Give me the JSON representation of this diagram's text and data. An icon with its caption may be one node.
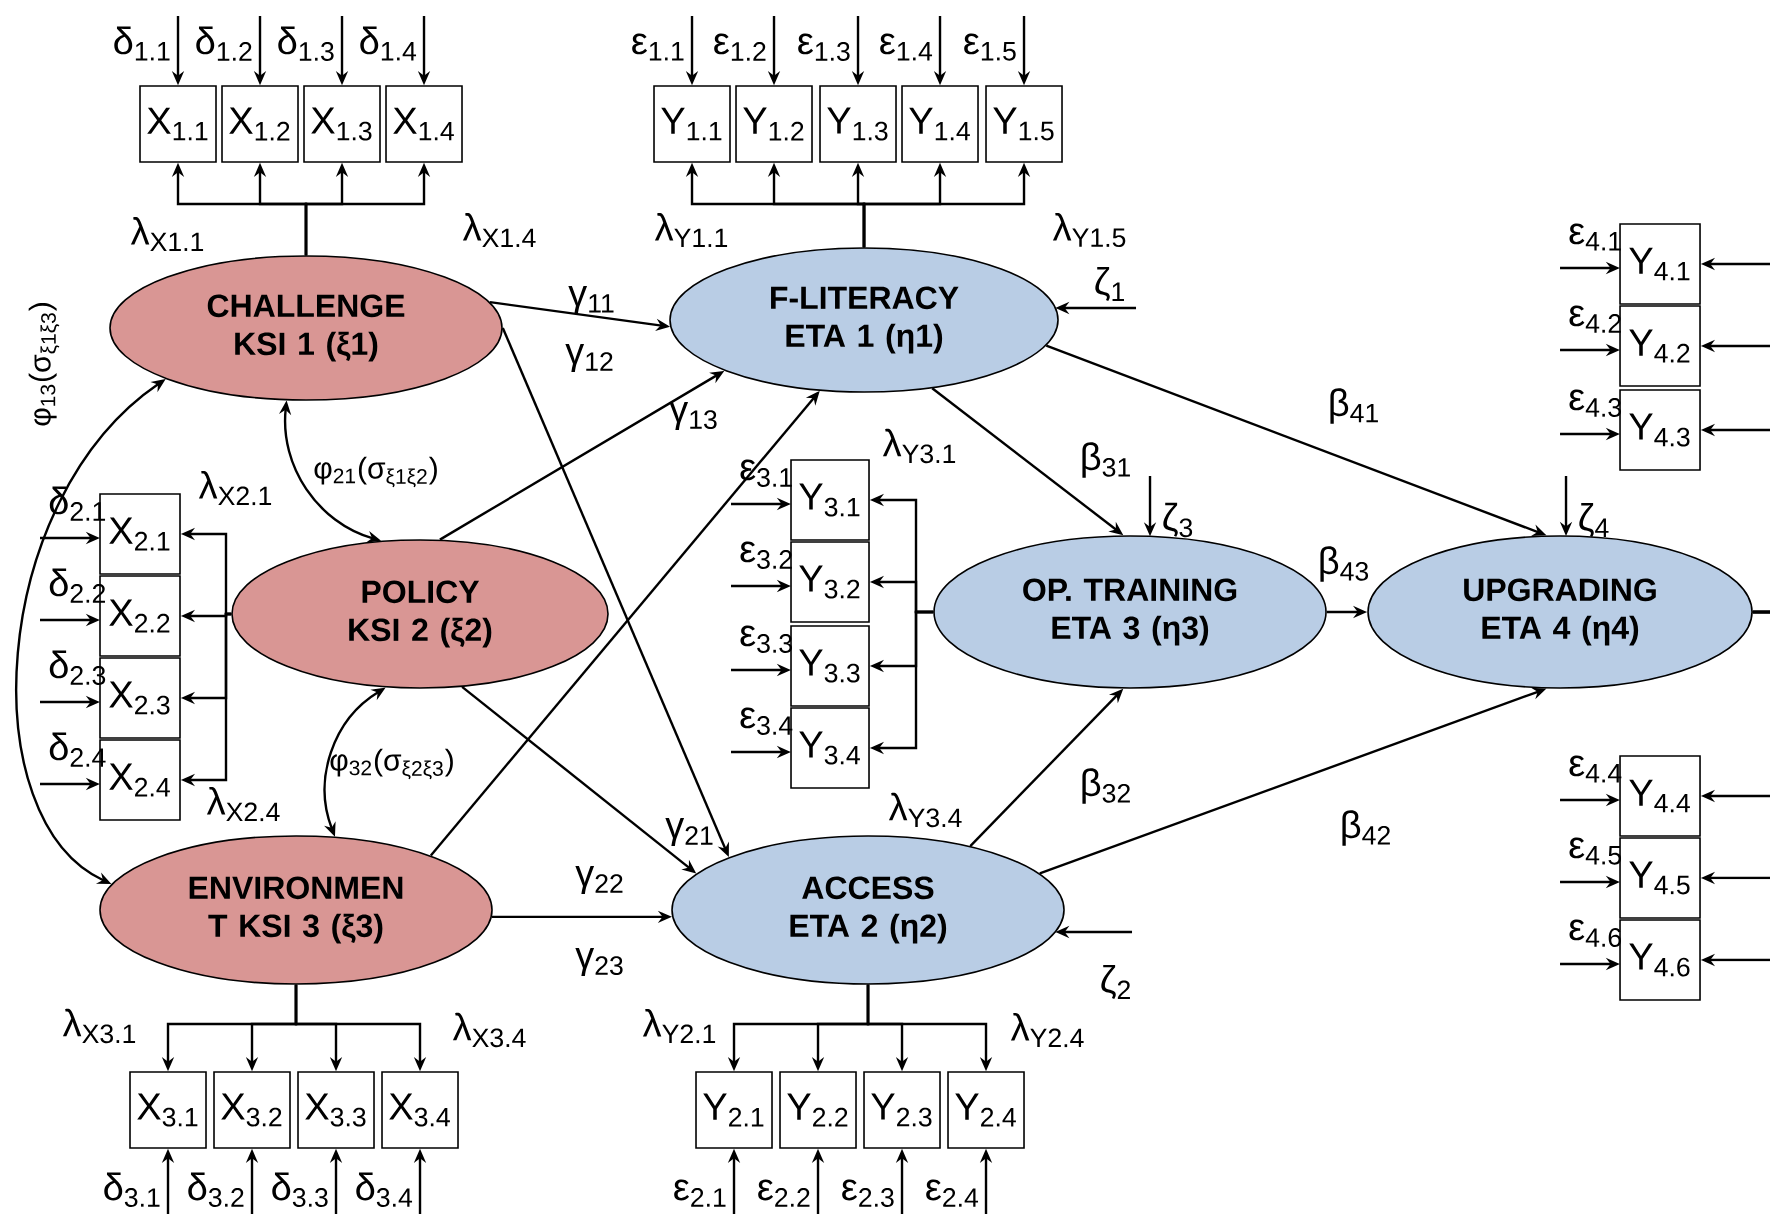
{
  "diagram": {
    "nodes": [
      {
        "text": [
          "CHALLENGE KSI 1 (ξ1)"
        ]
      },
      {
        "text": [
          "POLICY KSI 2 (ξ2)"
        ]
      },
      {
        "text": [
          "ENVIRONMEN T KSI 3 (ξ3)"
        ]
      },
      {
        "text": [
          "F-LITERACY ETA 1 (η1)"
        ]
      },
      {
        "text": [
          "ACCESS ETA 2 (η2)"
        ]
      },
      {
        "text": [
          "OP. TRAINING ETA 3 (η3)"
        ]
      },
      {
        "text": [
          "UPGRADING ETA 4 (η4)"
        ]
      },
      {
        "text": [
          "X$_{1.1}$"
        ]
      },
      {
        "text": [
          "X$_{1.2}$"
        ]
      },
      {
        "text": [
          "X$_{1.3}$"
        ]
      },
      {
        "text": [
          "X$_{1.4}$"
        ]
      },
      {
        "text": [
          "Y$_{1.1}$"
        ]
      },
      {
        "text": [
          "Y$_{1.2}$"
        ]
      },
      {
        "text": [
          "Y$_{1.3}$"
        ]
      },
      {
        "text": [
          "Y$_{1.4}$"
        ]
      },
      {
        "text": [
          "Y$_{1.5}$"
        ]
      },
      {
        "text": [
          "X$_{2.1}$"
        ]
      },
      {
        "text": [
          "X$_{2.2}$"
        ]
      },
      {
        "text": [
          "X$_{2.3}$"
        ]
      },
      {
        "text": [
          "X$_{2.4}$"
        ]
      },
      {
        "text": [
          "Y$_{3.1}$"
        ]
      },
      {
        "text": [
          "Y$_{3.2}$"
        ]
      },
      {
        "text": [
          "Y$_{3.3}$"
        ]
      },
      {
        "text": [
          "Y$_{3.4}$"
        ]
      },
      {
        "text": [
          "X$_{3.1}$"
        ]
      },
      {
        "text": [
          "X$_{3.2}$"
        ]
      },
      {
        "text": [
          "X$_{3.3}$"
        ]
      },
      {
        "text": [
          "X$_{3.4}$"
        ]
      },
      {
        "text": [
          "Y$_{2.1}$"
        ]
      },
      {
        "text": [
          "Y$_{2.2}$"
        ]
      },
      {
        "text": [
          "Y$_{2.3}$"
        ]
      },
      {
        "text": [
          "Y$_{2.4}$"
        ]
      },
      {
        "text": [
          "Y$_{4.1}$"
        ]
      },
      {
        "text": [
          "Y$_{4.2}$"
        ]
      },
      {
        "text": [
          "Y$_{4.3}$"
        ]
      },
      {
        "text": [
          "Y$_{4.4}$"
        ]
      },
      {
        "text": [
          "Y$_{4.5}$"
        ]
      },
      {
        "text": [
          "Y$_{4.6}$"
        ]
      }
    ],
    "edges": [
      {
        "from": 0,
        "to": 3,
        "arrow": "to",
        "label": "γ$_{11}$"
      },
      {
        "from": 1,
        "to": 3,
        "arrow": "to",
        "label": "γ$_{12}$"
      },
      {
        "from": 2,
        "to": 3,
        "arrow": "to",
        "label": "γ$_{13}$"
      },
      {
        "from": 0,
        "to": 4,
        "arrow": "to",
        "label": "γ$_{21}$"
      },
      {
        "from": 1,
        "to": 4,
        "arrow": "to",
        "label": "γ$_{22}$"
      },
      {
        "from": 2,
        "to": 4,
        "arrow": "to",
        "label": "γ$_{23}$"
      },
      {
        "from": 3,
        "to": 5,
        "arrow": "to",
        "label": "β$_{31}$"
      },
      {
        "from": 4,
        "to": 5,
        "arrow": "to",
        "label": "β$_{32}$"
      },
      {
        "from": 3,
        "to": 6,
        "arrow": "to",
        "label": "β$_{41}$"
      },
      {
        "from": 4,
        "to": 6,
        "arrow": "to",
        "label": "β$_{42}$"
      },
      {
        "from": 5,
        "to": 6,
        "arrow": "to",
        "label": "β$_{43}$"
      },
      {
        "from": 0,
        "to": 1,
        "arrow": "both",
        "label": "φ$_{21}$(σ$_{ξ1ξ2}$)"
      },
      {
        "from": 1,
        "to": 2,
        "arrow": "both",
        "label": "φ$_{32}$(σ$_{ξ2ξ3}$)"
      },
      {
        "from": 0,
        "to": 2,
        "arrow": "both",
        "label": "φ$_{13}$(σ$_{ξ1ξ3}$)"
      },
      {
        "from": 0,
        "to": 7,
        "arrow": "to",
        "label": "λ$_{X1.1}$"
      },
      {
        "from": 0,
        "to": 8,
        "arrow": "to"
      },
      {
        "from": 0,
        "to": 9,
        "arrow": "to"
      },
      {
        "from": 0,
        "to": 10,
        "arrow": "to",
        "label": "λ$_{X1.4}$"
      },
      {
        "from": 3,
        "to": 11,
        "arrow": "to",
        "label": "λ$_{Y1.1}$"
      },
      {
        "from": 3,
        "to": 12,
        "arrow": "to"
      },
      {
        "from": 3,
        "to": 13,
        "arrow": "to"
      },
      {
        "from": 3,
        "to": 14,
        "arrow": "to"
      },
      {
        "from": 3,
        "to": 15,
        "arrow": "to",
        "label": "λ$_{Y1.5}$"
      },
      {
        "from": 1,
        "to": 16,
        "arrow": "to",
        "label": "λ$_{X2.1}$"
      },
      {
        "from": 1,
        "to": 17,
        "arrow": "to"
      },
      {
        "from": 1,
        "to": 18,
        "arrow": "to"
      },
      {
        "from": 1,
        "to": 19,
        "arrow": "to",
        "label": "λ$_{X2.4}$"
      },
      {
        "from": 5,
        "to": 20,
        "arrow": "to",
        "label": "λ$_{Y3.1}$"
      },
      {
        "from": 5,
        "to": 21,
        "arrow": "to"
      },
      {
        "from": 5,
        "to": 22,
        "arrow": "to"
      },
      {
        "from": 5,
        "to": 23,
        "arrow": "to",
        "label": "λ$_{Y3.4}$"
      },
      {
        "from": 2,
        "to": 24,
        "arrow": "to",
        "label": "λ$_{X3.1}$"
      },
      {
        "from": 2,
        "to": 25,
        "arrow": "to"
      },
      {
        "from": 2,
        "to": 26,
        "arrow": "to"
      },
      {
        "from": 2,
        "to": 27,
        "arrow": "to",
        "label": "λ$_{X3.4}$"
      },
      {
        "from": 4,
        "to": 28,
        "arrow": "to",
        "label": "λ$_{Y2.1}$"
      },
      {
        "from": 4,
        "to": 29,
        "arrow": "to"
      },
      {
        "from": 4,
        "to": 30,
        "arrow": "to"
      },
      {
        "from": 4,
        "to": 31,
        "arrow": "to",
        "label": "λ$_{Y2.4}$"
      },
      {
        "from": 6,
        "to": 32,
        "arrow": "to"
      },
      {
        "from": 6,
        "to": 33,
        "arrow": "to"
      },
      {
        "from": 6,
        "to": 34,
        "arrow": "to"
      },
      {
        "from": 6,
        "to": 35,
        "arrow": "to"
      },
      {
        "from": 6,
        "to": 36,
        "arrow": "to"
      },
      {
        "from": 6,
        "to": 37,
        "arrow": "to"
      },
      {
        "from": null,
        "to": 7,
        "arrow": "to",
        "label": "δ$_{1.1}$"
      },
      {
        "from": null,
        "to": 8,
        "arrow": "to",
        "label": "δ$_{1.2}$"
      },
      {
        "from": null,
        "to": 9,
        "arrow": "to",
        "label": "δ$_{1.3}$"
      },
      {
        "from": null,
        "to": 10,
        "arrow": "to",
        "label": "δ$_{1.4}$"
      },
      {
        "from": null,
        "to": 11,
        "arrow": "to",
        "label": "ε$_{1.1}$"
      },
      {
        "from": null,
        "to": 12,
        "arrow": "to",
        "label": "ε$_{1.2}$"
      },
      {
        "from": null,
        "to": 13,
        "arrow": "to",
        "label": "ε$_{1.3}$"
      },
      {
        "from": null,
        "to": 14,
        "arrow": "to",
        "label": "ε$_{1.4}$"
      },
      {
        "from": null,
        "to": 15,
        "arrow": "to",
        "label": "ε$_{1.5}$"
      },
      {
        "from": null,
        "to": 16,
        "arrow": "to",
        "label": "δ$_{2.1}$"
      },
      {
        "from": null,
        "to": 17,
        "arrow": "to",
        "label": "δ$_{2.2}$"
      },
      {
        "from": null,
        "to": 18,
        "arrow": "to",
        "label": "δ$_{2.3}$"
      },
      {
        "from": null,
        "to": 19,
        "arrow": "to",
        "label": "δ$_{2.4}$"
      },
      {
        "from": null,
        "to": 20,
        "arrow": "to",
        "label": "ε$_{3.1}$"
      },
      {
        "from": null,
        "to": 21,
        "arrow": "to",
        "label": "ε$_{3.2}$"
      },
      {
        "from": null,
        "to": 22,
        "arrow": "to",
        "label": "ε$_{3.3}$"
      },
      {
        "from": null,
        "to": 23,
        "arrow": "to",
        "label": "ε$_{3.4}$"
      },
      {
        "from": null,
        "to": 24,
        "arrow": "to",
        "label": "δ$_{3.1}$"
      },
      {
        "from": null,
        "to": 25,
        "arrow": "to",
        "label": "δ$_{3.2}$"
      },
      {
        "from": null,
        "to": 26,
        "arrow": "to",
        "label": "δ$_{3.3}$"
      },
      {
        "from": null,
        "to": 27,
        "arrow": "to",
        "label": "δ$_{3.4}$"
      },
      {
        "from": null,
        "to": 28,
        "arrow": "to",
        "label": "ε$_{2.1}$"
      },
      {
        "from": null,
        "to": 29,
        "arrow": "to",
        "label": "ε$_{2.2}$"
      },
      {
        "from": null,
        "to": 30,
        "arrow": "to",
        "label": "ε$_{2.3}$"
      },
      {
        "from": null,
        "to": 31,
        "arrow": "to",
        "label": "ε$_{2.4}$"
      },
      {
        "from": null,
        "to": 32,
        "arrow": "to",
        "label": "ε$_{4.1}$"
      },
      {
        "from": null,
        "to": 33,
        "arrow": "to",
        "label": "ε$_{4.2}$"
      },
      {
        "from": null,
        "to": 34,
        "arrow": "to",
        "label": "ε$_{4.3}$"
      },
      {
        "from": null,
        "to": 35,
        "arrow": "to",
        "label": "ε$_{4.4}$"
      },
      {
        "from": null,
        "to": 36,
        "arrow": "to",
        "label": "ε$_{4.5}$"
      },
      {
        "from": null,
        "to": 37,
        "arrow": "to",
        "label": "ε$_{4.6}$"
      },
      {
        "from": null,
        "to": 3,
        "arrow": "to",
        "label": "ζ$_{1}$"
      },
      {
        "from": null,
        "to": 5,
        "arrow": "to",
        "label": "ζ$_{3}$"
      },
      {
        "from": null,
        "to": 6,
        "arrow": "to",
        "label": "ζ$_{4}$"
      },
      {
        "from": null,
        "to": 4,
        "arrow": "to",
        "label": "ζ$_{2}$"
      }
    ]
  }
}
